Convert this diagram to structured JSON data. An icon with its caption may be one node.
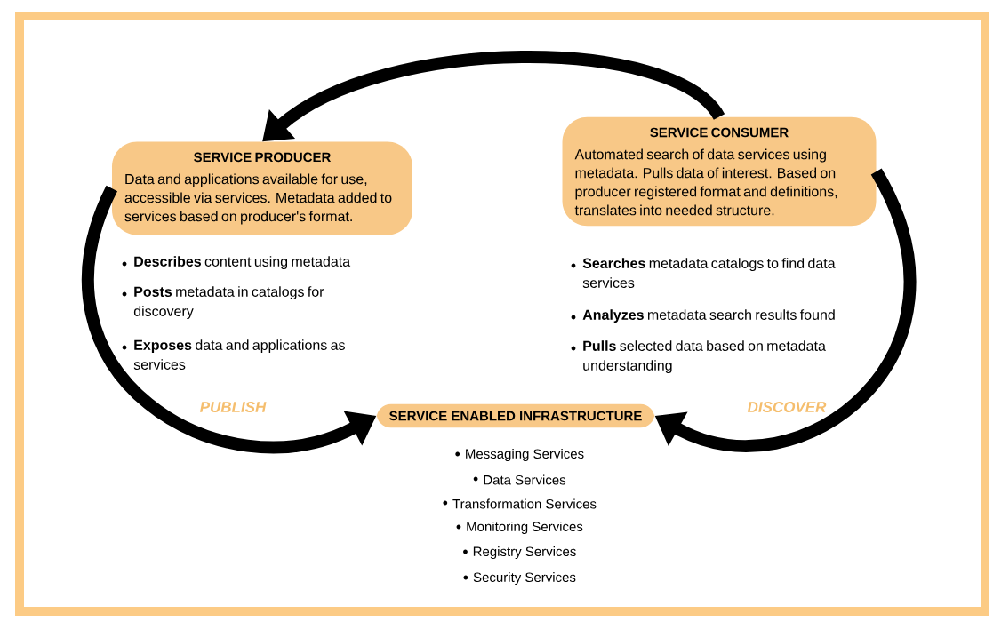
{
  "diagram": {
    "nodes": [
      {
        "text": [
          "SERVICE PRODUCER",
          "Data and applications available for use, accessible via services. Metadata added to services based on producer's format."
        ],
        "beside": [
          "**Describes** content using metadata",
          "**Posts** metadata in catalogs for discovery",
          "**Exposes** data and applications as services"
        ]
      },
      {
        "text": [
          "SERVICE CONSUMER",
          "Automated search of data services using metadata. Pulls data of interest. Based on producer registered format and definitions, translates into needed structure."
        ],
        "beside": [
          "**Searches** metadata catalogs to find data services",
          "**Analyzes** metadata search results found",
          "**Pulls** selected data based on metadata understanding"
        ]
      },
      {
        "text": [
          "SERVICE ENABLED INFRASTRUCTURE"
        ],
        "beside": [
          "Messaging Services",
          "Data Services",
          "Transformation Services",
          "Monitoring Services",
          "Registry Services",
          "Security Services"
        ]
      }
    ],
    "edges": [
      {
        "from": 1,
        "to": 0,
        "arrow": "to"
      },
      {
        "from": 0,
        "to": 2,
        "arrow": "to",
        "label": "PUBLISH"
      },
      {
        "from": 1,
        "to": 2,
        "arrow": "to",
        "label": "DISCOVER"
      }
    ]
  }
}
